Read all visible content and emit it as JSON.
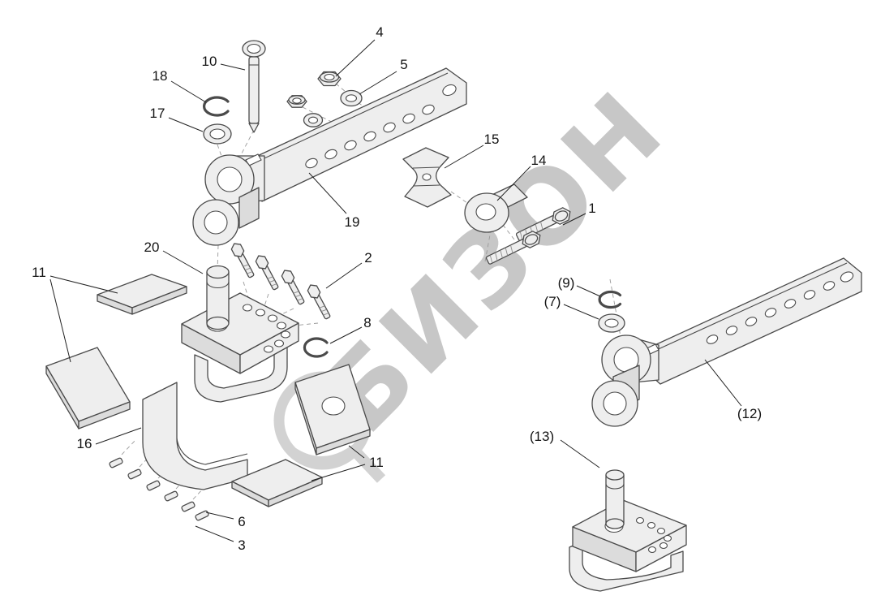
{
  "watermark": {
    "text": "БИЗОН",
    "color": "#c7c7c7"
  },
  "callouts": {
    "n1": "1",
    "n2": "2",
    "n3": "3",
    "n4": "4",
    "n5": "5",
    "n6": "6",
    "n7": "(7)",
    "n8": "8",
    "n9": "(9)",
    "n10": "10",
    "n11a": "11",
    "n11b": "11",
    "n12": "(12)",
    "n13": "(13)",
    "n14": "14",
    "n15": "15",
    "n16": "16",
    "n17": "17",
    "n18": "18",
    "n19": "19",
    "n20": "20"
  },
  "colors": {
    "line": "#4a4a4a",
    "part_fill": "#eeeeee",
    "label": "#141414",
    "watermark": "#c7c7c7"
  }
}
